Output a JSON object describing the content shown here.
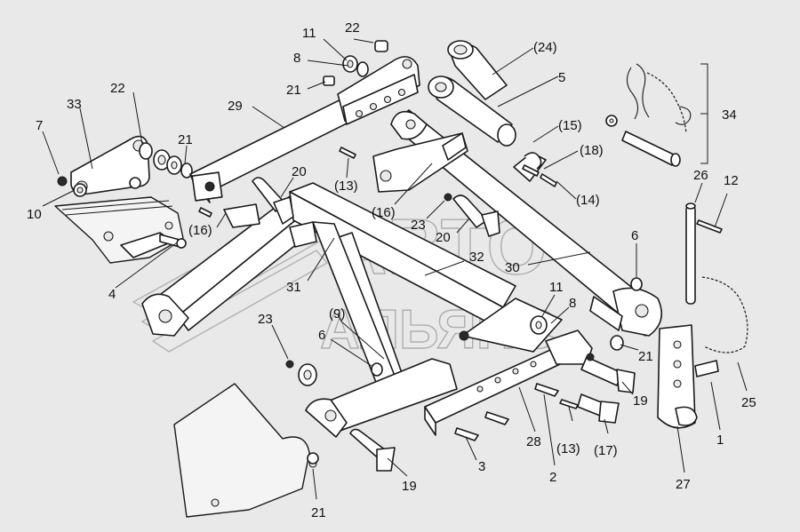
{
  "watermark": {
    "line1": "АВТО",
    "line2": "АЛЬЯНС"
  },
  "callouts": [
    {
      "id": "c33",
      "text": "33"
    },
    {
      "id": "c22a",
      "text": "22"
    },
    {
      "id": "c7",
      "text": "7"
    },
    {
      "id": "c21a",
      "text": "21"
    },
    {
      "id": "c10",
      "text": "10"
    },
    {
      "id": "c4",
      "text": "4"
    },
    {
      "id": "c11a",
      "text": "11"
    },
    {
      "id": "c22b",
      "text": "22"
    },
    {
      "id": "c8a",
      "text": "8"
    },
    {
      "id": "c21b",
      "text": "21"
    },
    {
      "id": "c29",
      "text": "29"
    },
    {
      "id": "c20a",
      "text": "20"
    },
    {
      "id": "c16a",
      "text": "(16)"
    },
    {
      "id": "c13a",
      "text": "(13)"
    },
    {
      "id": "c16b",
      "text": "(16)"
    },
    {
      "id": "c23a",
      "text": "23"
    },
    {
      "id": "c20b",
      "text": "20"
    },
    {
      "id": "c31",
      "text": "31"
    },
    {
      "id": "c32",
      "text": "32"
    },
    {
      "id": "c24",
      "text": "(24)"
    },
    {
      "id": "c5",
      "text": "5"
    },
    {
      "id": "c15",
      "text": "(15)"
    },
    {
      "id": "c18",
      "text": "(18)"
    },
    {
      "id": "c14",
      "text": "(14)"
    },
    {
      "id": "c34",
      "text": "34"
    },
    {
      "id": "c26",
      "text": "26"
    },
    {
      "id": "c12",
      "text": "12"
    },
    {
      "id": "c6a",
      "text": "6"
    },
    {
      "id": "c30",
      "text": "30"
    },
    {
      "id": "c11b",
      "text": "11"
    },
    {
      "id": "c8b",
      "text": "8"
    },
    {
      "id": "c21c",
      "text": "21"
    },
    {
      "id": "c19a",
      "text": "19"
    },
    {
      "id": "c9",
      "text": "(9)"
    },
    {
      "id": "c23b",
      "text": "23"
    },
    {
      "id": "c6b",
      "text": "6"
    },
    {
      "id": "c28",
      "text": "28"
    },
    {
      "id": "c13b",
      "text": "(13)"
    },
    {
      "id": "c17",
      "text": "(17)"
    },
    {
      "id": "c2",
      "text": "2"
    },
    {
      "id": "c3",
      "text": "3"
    },
    {
      "id": "c19b",
      "text": "19"
    },
    {
      "id": "c21d",
      "text": "21"
    },
    {
      "id": "c25",
      "text": "25"
    },
    {
      "id": "c1",
      "text": "1"
    },
    {
      "id": "c27",
      "text": "27"
    }
  ]
}
